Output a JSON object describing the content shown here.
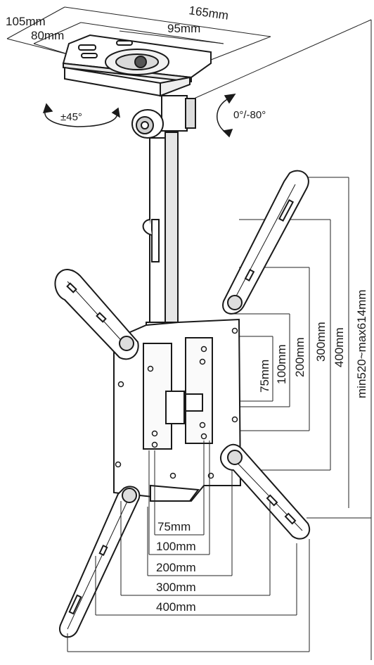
{
  "top_dims": {
    "d105": "105mm",
    "d165": "165mm",
    "d80": "80mm",
    "d95": "95mm"
  },
  "rotation": {
    "swivel": "±45°",
    "tilt": "0°/-80°"
  },
  "height": "min520~max614mm",
  "vertical_dims": [
    "75mm",
    "100mm",
    "200mm",
    "300mm",
    "400mm"
  ],
  "horizontal_dims": [
    "75mm",
    "100mm",
    "200mm",
    "300mm",
    "400mm"
  ]
}
